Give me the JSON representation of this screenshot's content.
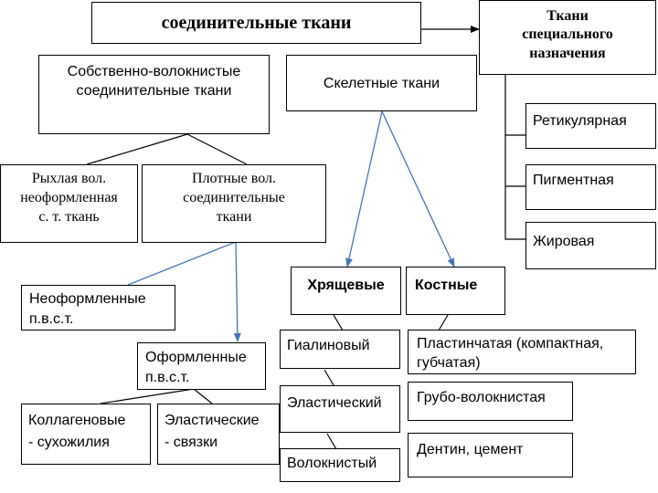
{
  "nodes": {
    "root": "соединительные ткани",
    "special_tissues": "Ткани\nспециального\nназначения",
    "proper_fibrous": "Собственно-волокнистые\nсоединительные ткани",
    "skeletal": "Скелетные ткани",
    "reticular": "Ретикулярная",
    "pigment": "Пигментная",
    "fatty": "Жировая",
    "loose_fibrous": "Рыхлая вол.\nнеоформленная\nс. т. ткань",
    "dense_fibrous": "Плотные вол.\nсоединительные\nткани",
    "cartilage": "Хрящевые",
    "bone": "Костные",
    "unformed": "Неоформленные\nп.в.с.т.",
    "formed": "Оформленные\nп.в.с.т.",
    "hyaline": "Гиалиновый",
    "lamellar": "Пластинчатая (компактная,\nгубчатая)",
    "collagen": "Коллагеновые\n- сухожилия",
    "elastic_ligaments": "Эластические\n- связки",
    "elastic_cartilage": "Эластический",
    "coarse_fibrous": "Грубо-волокнистая",
    "fibrous_cartilage": "Волокнистый",
    "dentin": "Дентин, цемент"
  },
  "colors": {
    "connector_dark": "#000000",
    "connector_blue": "#4a74b0"
  }
}
